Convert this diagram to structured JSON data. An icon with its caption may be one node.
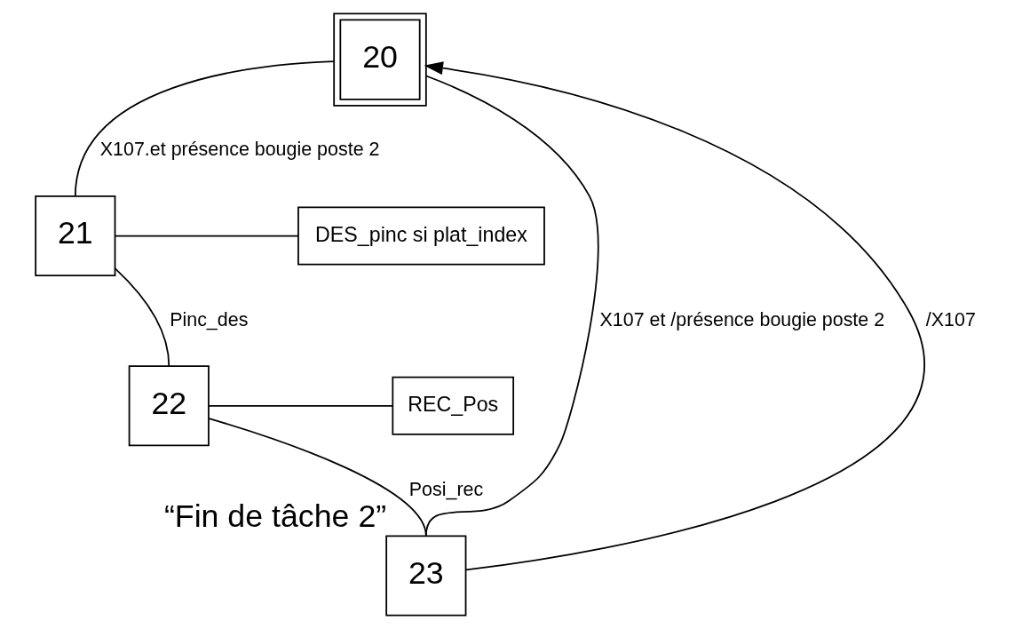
{
  "diagram": {
    "nodes": [
      {
        "text": [
          "20"
        ]
      },
      {
        "text": [
          "21"
        ]
      },
      {
        "text": [
          "DES_pinc si plat_index"
        ]
      },
      {
        "text": [
          "22"
        ]
      },
      {
        "text": [
          "REC_Pos"
        ]
      },
      {
        "text": [
          "23"
        ],
        "beside": [
          "“Fin de tâche 2”"
        ]
      }
    ],
    "edges": [
      {
        "from": 0,
        "to": 1,
        "arrow": "none",
        "label": "X107.et présence bougie poste 2"
      },
      {
        "from": 0,
        "to": 5,
        "arrow": "none",
        "label": "X107 et /présence bougie poste 2"
      },
      {
        "from": 1,
        "to": 2,
        "arrow": "none"
      },
      {
        "from": 1,
        "to": 3,
        "arrow": "none",
        "label": "Pinc_des"
      },
      {
        "from": 3,
        "to": 4,
        "arrow": "none"
      },
      {
        "from": 3,
        "to": 5,
        "arrow": "none",
        "label": "Posi_rec"
      },
      {
        "from": 5,
        "to": 0,
        "arrow": "to",
        "label": "/X107"
      }
    ]
  }
}
